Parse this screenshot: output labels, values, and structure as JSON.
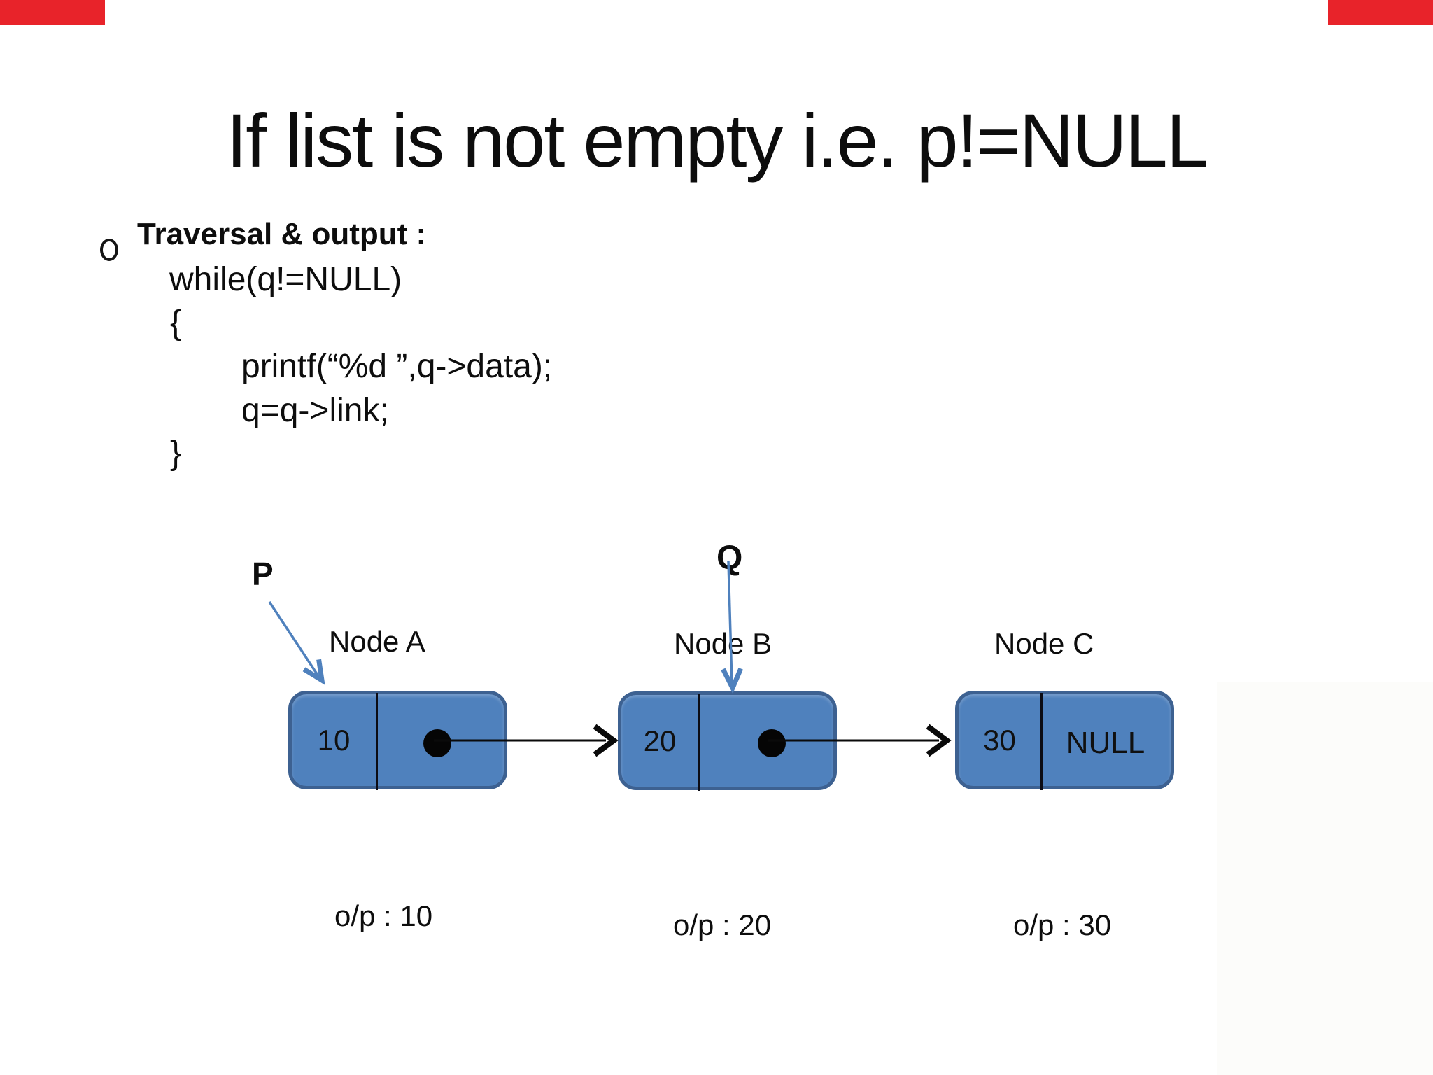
{
  "slide": {
    "title": "If list is not empty i.e. p!=NULL",
    "bullet": {
      "label": "Traversal & output :"
    },
    "code": {
      "lines": [
        "while(q!=NULL)",
        "{",
        "printf(“%d ”,q->data);",
        "q=q->link;",
        "}"
      ]
    },
    "pointers": [
      {
        "name": "P",
        "points_to": "Node A"
      },
      {
        "name": "Q",
        "points_to": "Node B"
      }
    ],
    "nodes": [
      {
        "title": "Node A",
        "data": "10",
        "link": "pointer-dot",
        "output": "o/p : 10"
      },
      {
        "title": "Node B",
        "data": "20",
        "link": "pointer-dot",
        "output": "o/p : 20"
      },
      {
        "title": "Node C",
        "data": "30",
        "link": "NULL",
        "output": "o/p : 30"
      }
    ],
    "colors": {
      "node_fill": "#4f81bd",
      "node_border": "#3d6191",
      "pointer_arrow_blue": "#4f81bd",
      "link_arrow_black": "#0a0a0a",
      "corner_mark_red": "#e8232a",
      "text": "#0d0d0d",
      "background": "#ffffff"
    }
  }
}
